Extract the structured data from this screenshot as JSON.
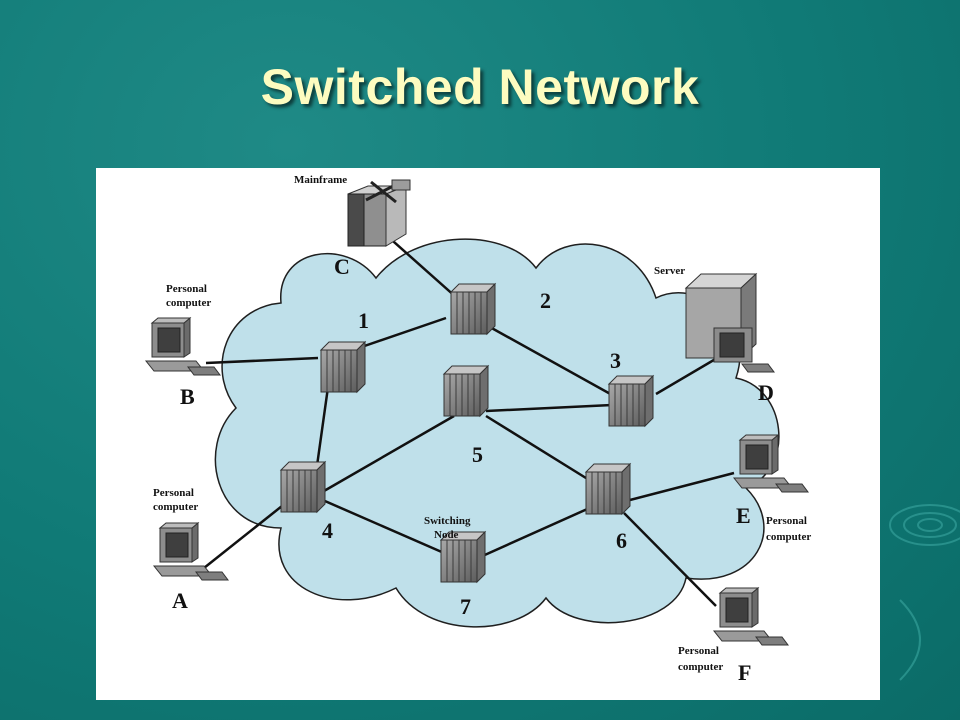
{
  "slide": {
    "title": "Switched Network"
  },
  "diagram": {
    "node_numbers": [
      "1",
      "2",
      "3",
      "4",
      "5",
      "6",
      "7"
    ],
    "switching_node_label": [
      "Switching",
      "Node"
    ],
    "mainframe": {
      "caption": "Mainframe",
      "letter": "C"
    },
    "server": {
      "caption": "Server",
      "letter": "D"
    },
    "pc_caption": [
      "Personal",
      "computer"
    ],
    "stations": {
      "a": "A",
      "b": "B",
      "e": "E",
      "f": "F"
    }
  },
  "colors": {
    "background": "#107a76",
    "title": "#fdfcc0",
    "cloud": "#bfe0ea",
    "node": "#8a8a8a"
  }
}
